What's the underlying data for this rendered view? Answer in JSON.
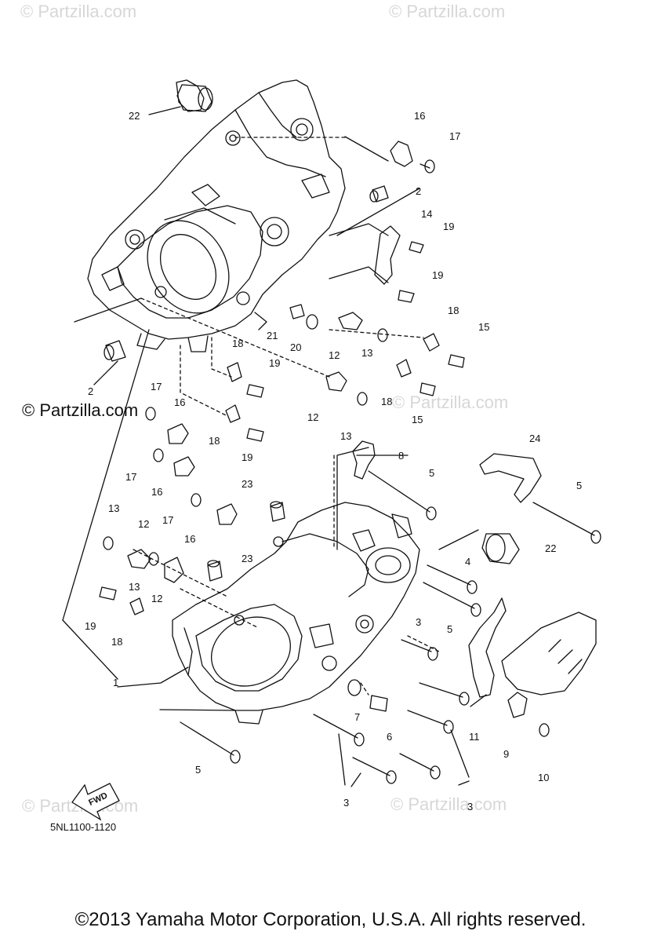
{
  "watermarks": {
    "top_left": "© Partzilla.com",
    "top_right": "© Partzilla.com",
    "middle": "© Partzilla.com",
    "middle_faint": "© Partzilla.com",
    "bottom_left": "© Partzilla.com",
    "bottom_right": "© Partzilla.com"
  },
  "diagram_code": "5NL1100-1120",
  "fwd_label": "FWD",
  "footer": "©2013 Yamaha Motor Corporation, U.S.A. All rights reserved.",
  "callouts": [
    {
      "id": "c22a",
      "text": "22"
    },
    {
      "id": "c16a",
      "text": "16"
    },
    {
      "id": "c17a",
      "text": "17"
    },
    {
      "id": "c2a",
      "text": "2"
    },
    {
      "id": "c14",
      "text": "14"
    },
    {
      "id": "c19a",
      "text": "19"
    },
    {
      "id": "c19b",
      "text": "19"
    },
    {
      "id": "c18a",
      "text": "18"
    },
    {
      "id": "c15a",
      "text": "15"
    },
    {
      "id": "c21",
      "text": "21"
    },
    {
      "id": "c20",
      "text": "20"
    },
    {
      "id": "c12a",
      "text": "12"
    },
    {
      "id": "c13a",
      "text": "13"
    },
    {
      "id": "c18b",
      "text": "18"
    },
    {
      "id": "c19c",
      "text": "19"
    },
    {
      "id": "c18c",
      "text": "18"
    },
    {
      "id": "c15b",
      "text": "15"
    },
    {
      "id": "c2b",
      "text": "2"
    },
    {
      "id": "c12b",
      "text": "12"
    },
    {
      "id": "c13b",
      "text": "13"
    },
    {
      "id": "c17b",
      "text": "17"
    },
    {
      "id": "c16b",
      "text": "16"
    },
    {
      "id": "c18d",
      "text": "18"
    },
    {
      "id": "c19d",
      "text": "19"
    },
    {
      "id": "c24",
      "text": "24"
    },
    {
      "id": "c8",
      "text": "8"
    },
    {
      "id": "c5a",
      "text": "5"
    },
    {
      "id": "c17c",
      "text": "17"
    },
    {
      "id": "c16c",
      "text": "16"
    },
    {
      "id": "c5b",
      "text": "5"
    },
    {
      "id": "c23a",
      "text": "23"
    },
    {
      "id": "c17d",
      "text": "17"
    },
    {
      "id": "c16d",
      "text": "16"
    },
    {
      "id": "c22b",
      "text": "22"
    },
    {
      "id": "c13c",
      "text": "13"
    },
    {
      "id": "c12c",
      "text": "12"
    },
    {
      "id": "c23b",
      "text": "23"
    },
    {
      "id": "c4",
      "text": "4"
    },
    {
      "id": "c13d",
      "text": "13"
    },
    {
      "id": "c12d",
      "text": "12"
    },
    {
      "id": "c5c",
      "text": "5"
    },
    {
      "id": "c19e",
      "text": "19"
    },
    {
      "id": "c18e",
      "text": "18"
    },
    {
      "id": "c3a",
      "text": "3"
    },
    {
      "id": "c1",
      "text": "1"
    },
    {
      "id": "c7",
      "text": "7"
    },
    {
      "id": "c6",
      "text": "6"
    },
    {
      "id": "c11",
      "text": "11"
    },
    {
      "id": "c9",
      "text": "9"
    },
    {
      "id": "c10",
      "text": "10"
    },
    {
      "id": "c5d",
      "text": "5"
    },
    {
      "id": "c3b",
      "text": "3"
    },
    {
      "id": "c3c",
      "text": "3"
    }
  ]
}
